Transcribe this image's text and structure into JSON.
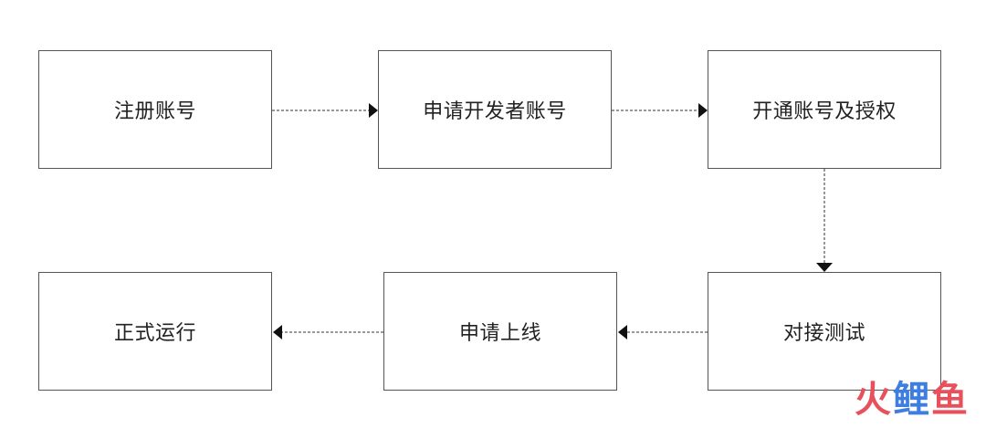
{
  "steps": {
    "register": "注册账号",
    "apply_developer": "申请开发者账号",
    "activate_authorize": "开通账号及授权",
    "integration_test": "对接测试",
    "apply_launch": "申请上线",
    "production": "正式运行"
  },
  "watermark": {
    "char_1": "火",
    "char_2": "鲤",
    "char_3": "鱼"
  },
  "colors": {
    "box_border": "#555555",
    "connector": "#333333",
    "watermark_red": "#e8505b",
    "watermark_blue": "#3d7ee0"
  }
}
